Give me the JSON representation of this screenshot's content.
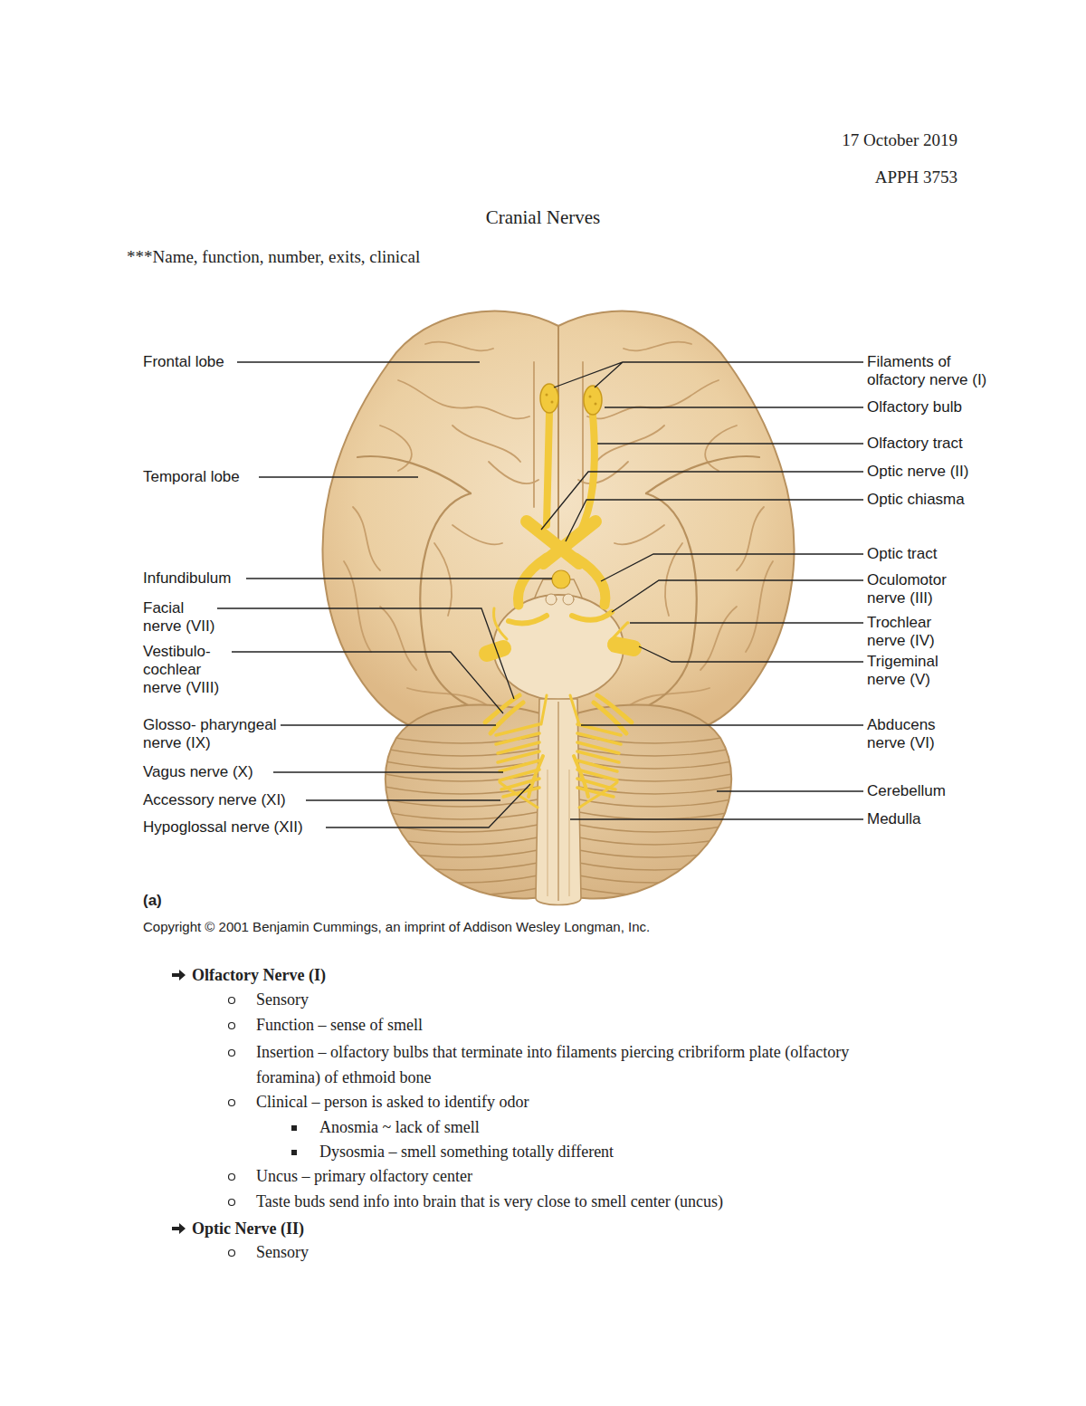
{
  "diagram": {
    "title": "Cranial Nerves",
    "labels": [
      "17 October 2019",
      "APPH 3753",
      "***Name, function, number, exits, clinical",
      "Frontal lobe",
      "Filaments of olfactory nerve (I)",
      "Olfactory bulb",
      "Olfactory tract",
      "Temporal lobe",
      "Optic nerve (II)",
      "Optic chiasma",
      "Optic tract",
      "Infundibulum",
      "Oculomotor nerve (III)",
      "Facial nerve (VII)",
      "Trochlear nerve (IV)",
      "Vestibulo- cochlear nerve (VIII)",
      "Trigeminal nerve (V)",
      "Glosso- pharyngeal nerve (IX)",
      "Abducens nerve (VI)",
      "Vagus nerve (X)",
      "Cerebellum",
      "Accessory nerve (XI)",
      "Medulla",
      "Hypoglossal nerve (XII)",
      "(a)",
      "Copyright © 2001 Benjamin Cummings, an imprint of Addison Wesley Longman, Inc.",
      "Olfactory Nerve (I)",
      "Sensory",
      "Function – sense of smell",
      "Insertion – olfactory bulbs that terminate into filaments piercing cribriform plate (olfactory foramina) of ethmoid bone",
      "Clinical – person is asked to identify odor",
      "Anosmia ~ lack of smell",
      "Dysosmia – smell something totally different",
      "Uncus – primary olfactory center",
      "Taste buds send info into brain that is very close to smell center (uncus)",
      "Optic Nerve (II)",
      "Sensory"
    ]
  }
}
